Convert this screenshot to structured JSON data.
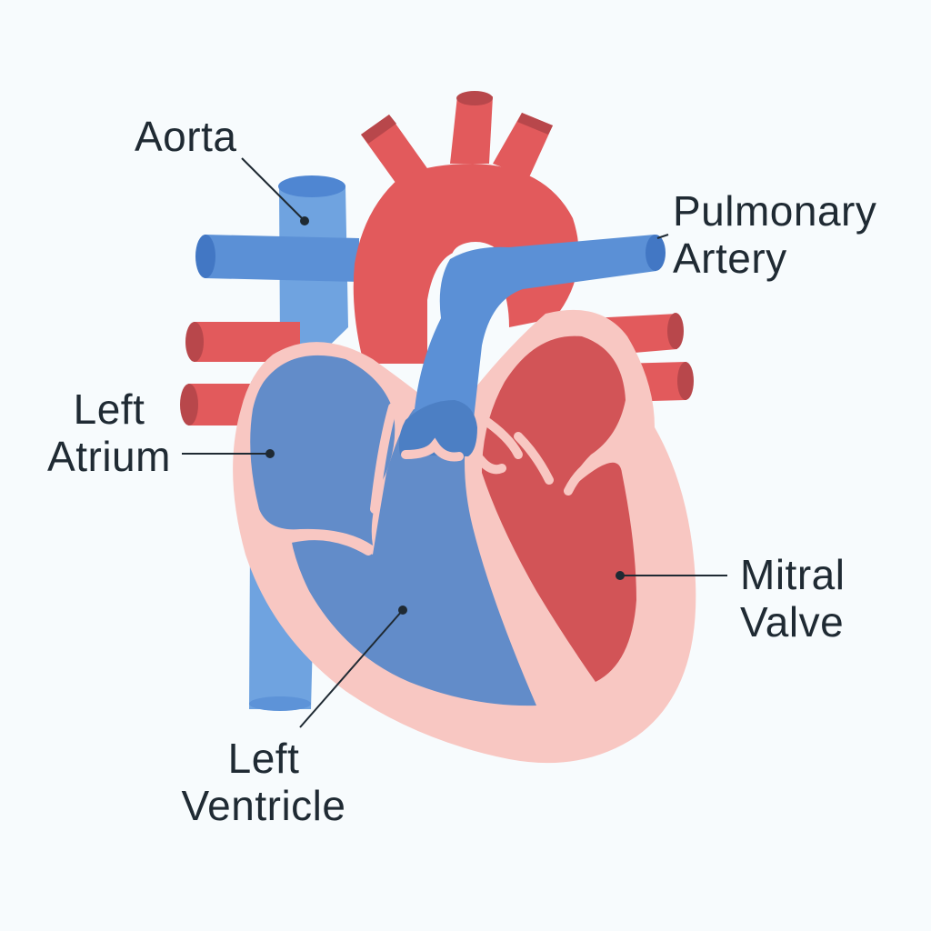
{
  "labels": {
    "aorta": {
      "lines": [
        "Aorta"
      ]
    },
    "pulmonary_artery": {
      "lines": [
        "Pulmonary",
        "Artery"
      ]
    },
    "left_atrium": {
      "lines": [
        "Left",
        "Atrium"
      ]
    },
    "mitral_valve": {
      "lines": [
        "Mitral",
        "Valve"
      ]
    },
    "left_ventricle": {
      "lines": [
        "Left",
        "Ventricle"
      ]
    }
  },
  "colors": {
    "background": "#f7fbfd",
    "vessel_blue": "#6fa3e0",
    "vessel_blue_dark": "#4a84cf",
    "chamber_blue": "#628cc9",
    "vessel_red": "#e25a5c",
    "vessel_red_dark": "#b8474b",
    "chamber_red": "#d25457",
    "muscle_pink": "#f8c7c2",
    "text": "#1f2a33"
  }
}
